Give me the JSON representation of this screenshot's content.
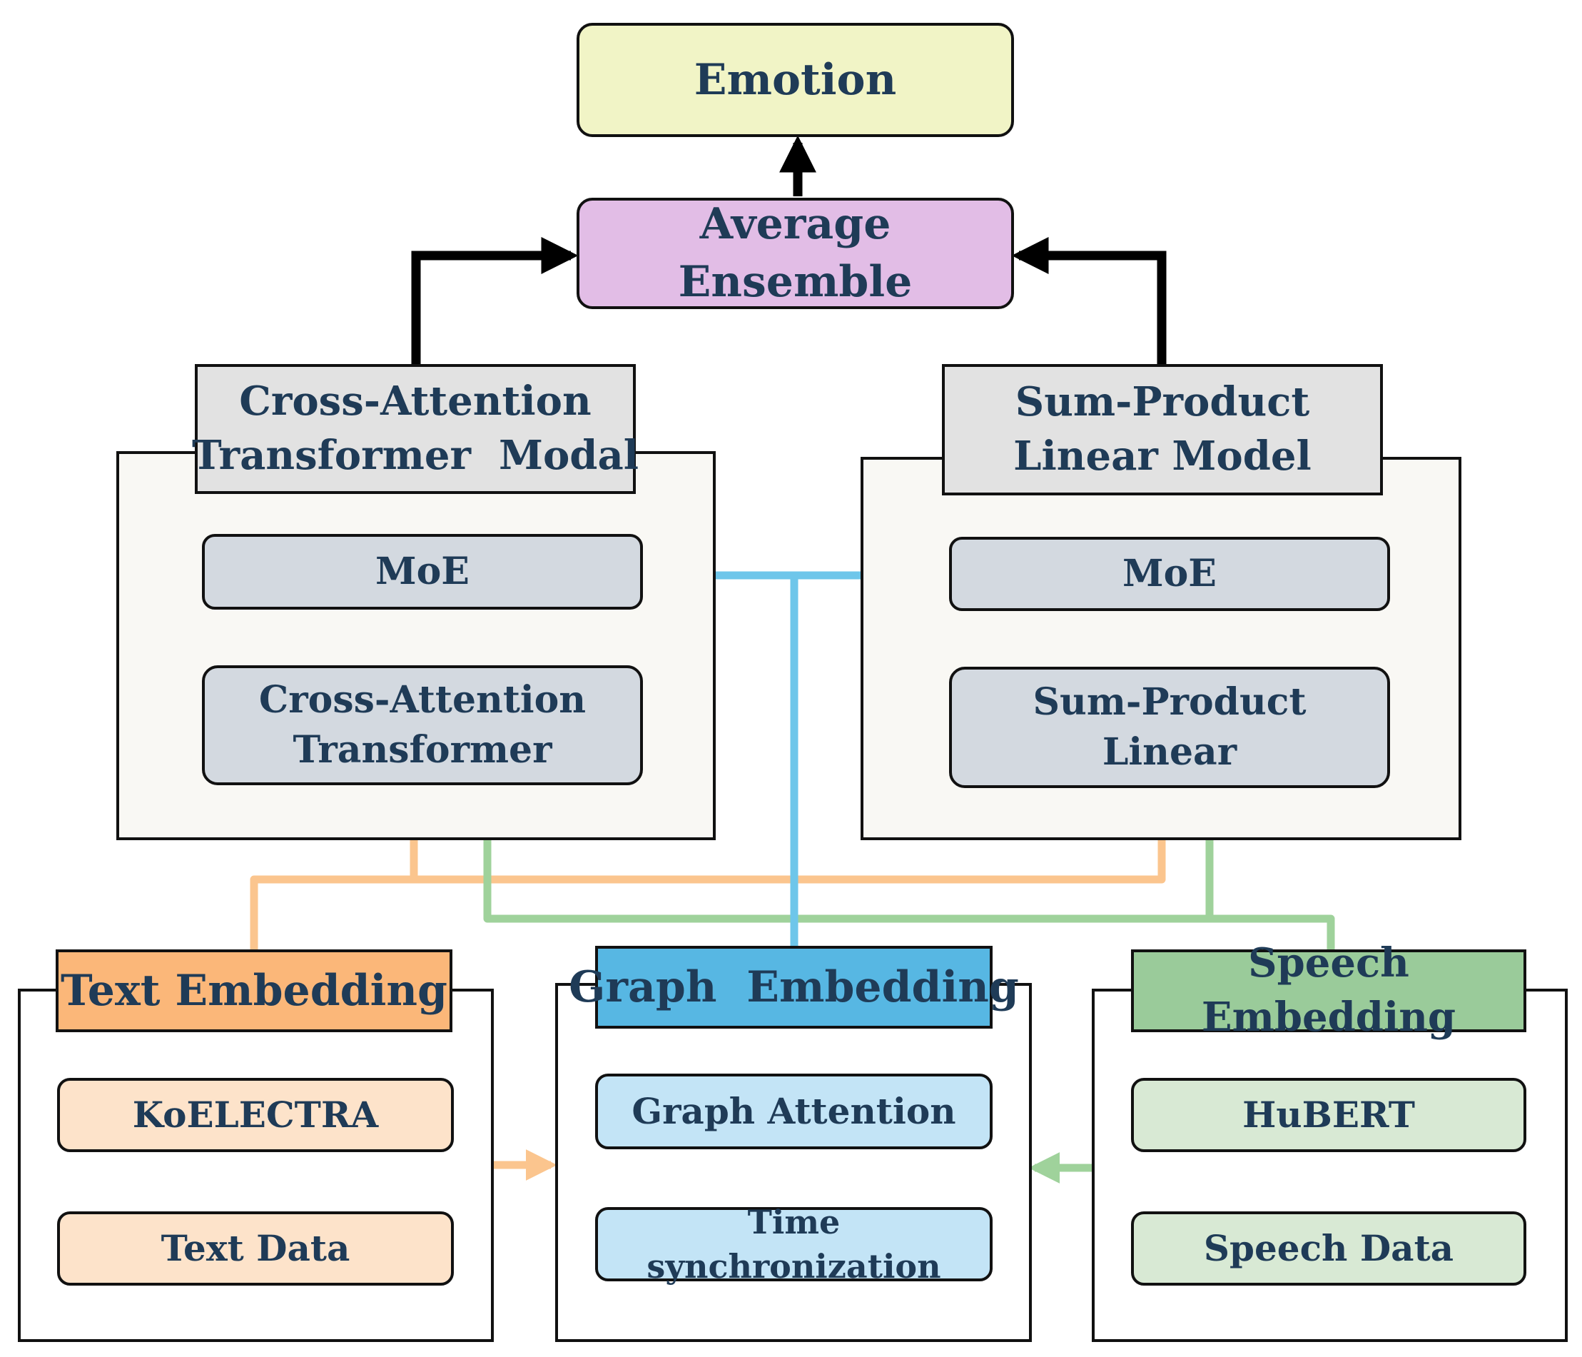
{
  "top": {
    "emotion": "Emotion",
    "ensemble": "Average Ensemble"
  },
  "left_model": {
    "title_line1": "Cross-Attention",
    "title_line2": "Transformer  Modal",
    "moe": "MoE",
    "core_line1": "Cross-Attention",
    "core_line2": "Transformer"
  },
  "right_model": {
    "title_line1": "Sum-Product",
    "title_line2": "Linear Model",
    "moe": "MoE",
    "core_line1": "Sum-Product",
    "core_line2": "Linear"
  },
  "text_branch": {
    "title": "Text Embedding",
    "encoder": "KoELECTRA",
    "input": "Text Data"
  },
  "graph_branch": {
    "title": "Graph  Embedding",
    "encoder": "Graph Attention",
    "input": "Time synchronization"
  },
  "speech_branch": {
    "title": "Speech Embedding",
    "encoder": "HuBERT",
    "input": "Speech Data"
  },
  "colors": {
    "emotion_fill": "#f1f4c6",
    "ensemble_fill": "#e2bde6",
    "model_node_fill": "#d3d9e0",
    "header_fill": "#e2e2e2",
    "text_header": "#fbb779",
    "text_node": "#fde3ca",
    "text_arrow": "#fbc58e",
    "graph_header": "#57b7e3",
    "graph_node": "#c3e4f6",
    "graph_arrow": "#6ec6ea",
    "speech_header": "#9acb9a",
    "speech_node": "#d8e9d4",
    "speech_arrow": "#9fd29b"
  }
}
